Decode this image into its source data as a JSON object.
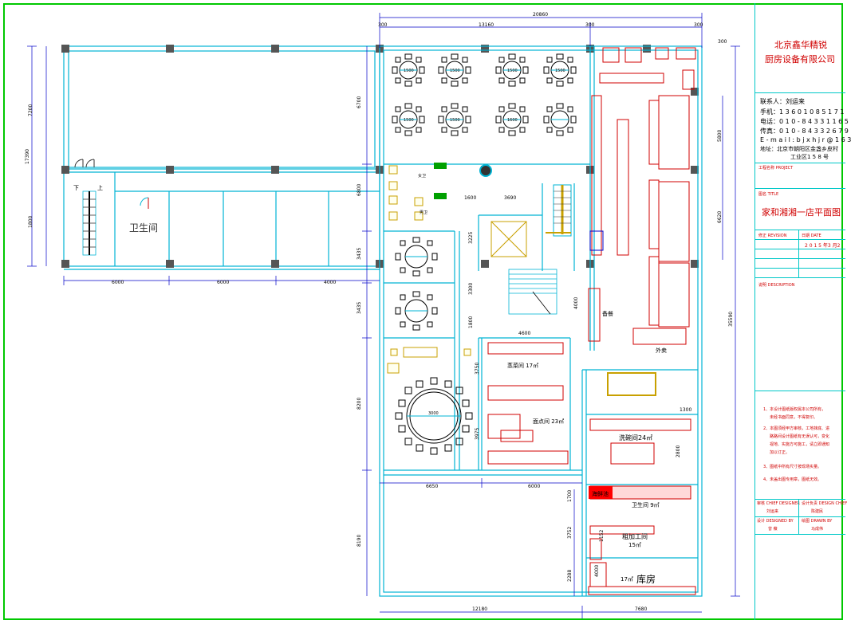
{
  "company": {
    "name_line1": "北京鑫华精锐",
    "name_line2": "厨房设备有限公司"
  },
  "contact": {
    "person": "联系人：刘运来",
    "mobile": "手机：1 3 6 0 1 0 8 5 1 7 1",
    "phone": "电话：0 1 0 - 8 4 3 3 1 1 6 5",
    "fax": "传真：0 1 0 - 8 4 3 3 2 6 7 9",
    "email": "E - m a i l : b j x h j r @ 1 6 3",
    "address_line1": "地址：北京市朝阳区金盏乡皮村",
    "address_line2": "工业区1 5 8 号"
  },
  "labels": {
    "project": "工程名称 PROJECT",
    "title_label": "图名 TITLE",
    "drawing_title": "家和湘湘一店平面图",
    "revision": "修正 REVISION",
    "date_label": "日期 DATE",
    "date_value": "2 0 1 5 年3 月2",
    "description": "说明 DESCRIPTION",
    "note1a": "1、本设计图纸版权属本公司所有，",
    "note1b": "未经书面同意，不得复印。",
    "note2a": "2、本图须经甲方审核，工地抹底、进",
    "note2b": "路路间设计图纸有无误认可，变化",
    "note2c": "视地、实施方可施工，请立即通知",
    "note2d": "加以订正。",
    "note3": "3、图纸中所有尺寸按现场实量。",
    "note4": "4、未盖出图专用章，图纸无效。",
    "chief_designer": "审核 CHIEF DESIGNER",
    "chief_name": "刘运来",
    "design_lead": "设计负责 DESIGN CHIEF",
    "design_lead_name": "陈建民",
    "designed_by": "设计 DESIGNED BY",
    "designed_name": "曾 薇",
    "drawn_by": "绘图 DRAWN BY",
    "drawn_name": "马成伟"
  },
  "rooms": {
    "restroom": "卫生间",
    "dish_room": "洗碗间24㎡",
    "prep_room": "蒸菜间 17㎡",
    "pastry_room": "面点间 23㎡",
    "seafood": "海鲜池",
    "sanitation": "卫生间 9㎡",
    "rough_work": "粗加工间",
    "rough_work_area": "15㎡",
    "storage": "库房",
    "storage_area": "17㎡",
    "takeout": "外卖",
    "side_dining": "备餐",
    "male": "男卫",
    "female": "女卫"
  },
  "dimensions": {
    "top_total": "20860",
    "top_left": "13160",
    "top_a": "300",
    "top_b": "300",
    "top_c": "300",
    "top_d": "300",
    "bottom_left": "12180",
    "bottom_right": "7680",
    "bottom_mid_left": "6650",
    "bottom_mid_right": "6000",
    "left_a": "6700",
    "left_b": "6800",
    "left_c": "3435",
    "left_d": "3435",
    "left_e": "8200",
    "left_f": "8190",
    "right_total": "35590",
    "right_a": "5800",
    "right_b": "6620",
    "far_left_top": "7200",
    "far_left_mid": "1800",
    "far_left_total": "17390",
    "wing_a": "6000",
    "wing_b": "6000",
    "wing_c": "4000",
    "stair_w": "1600",
    "stair_x": "3690",
    "corr_a": "3225",
    "corr_b": "3300",
    "corr_c": "1800",
    "kit_w": "4600",
    "kit_h": "3750",
    "kit_h2": "3975",
    "dish_w": "1300",
    "dish_h": "2800",
    "sr_a": "1700",
    "sr_b": "3752",
    "sr_c": "2288",
    "table_a": "1500",
    "table_b": "1500",
    "table_c": "1500",
    "table_d": "1500",
    "table_e": "1500",
    "table_f": "1600",
    "table_g": "1500",
    "big_table": "3000",
    "lift_h": "4000",
    "ct_a": "1152",
    "ct_b": "4000",
    "lab_up": "上",
    "lab_down": "下"
  }
}
